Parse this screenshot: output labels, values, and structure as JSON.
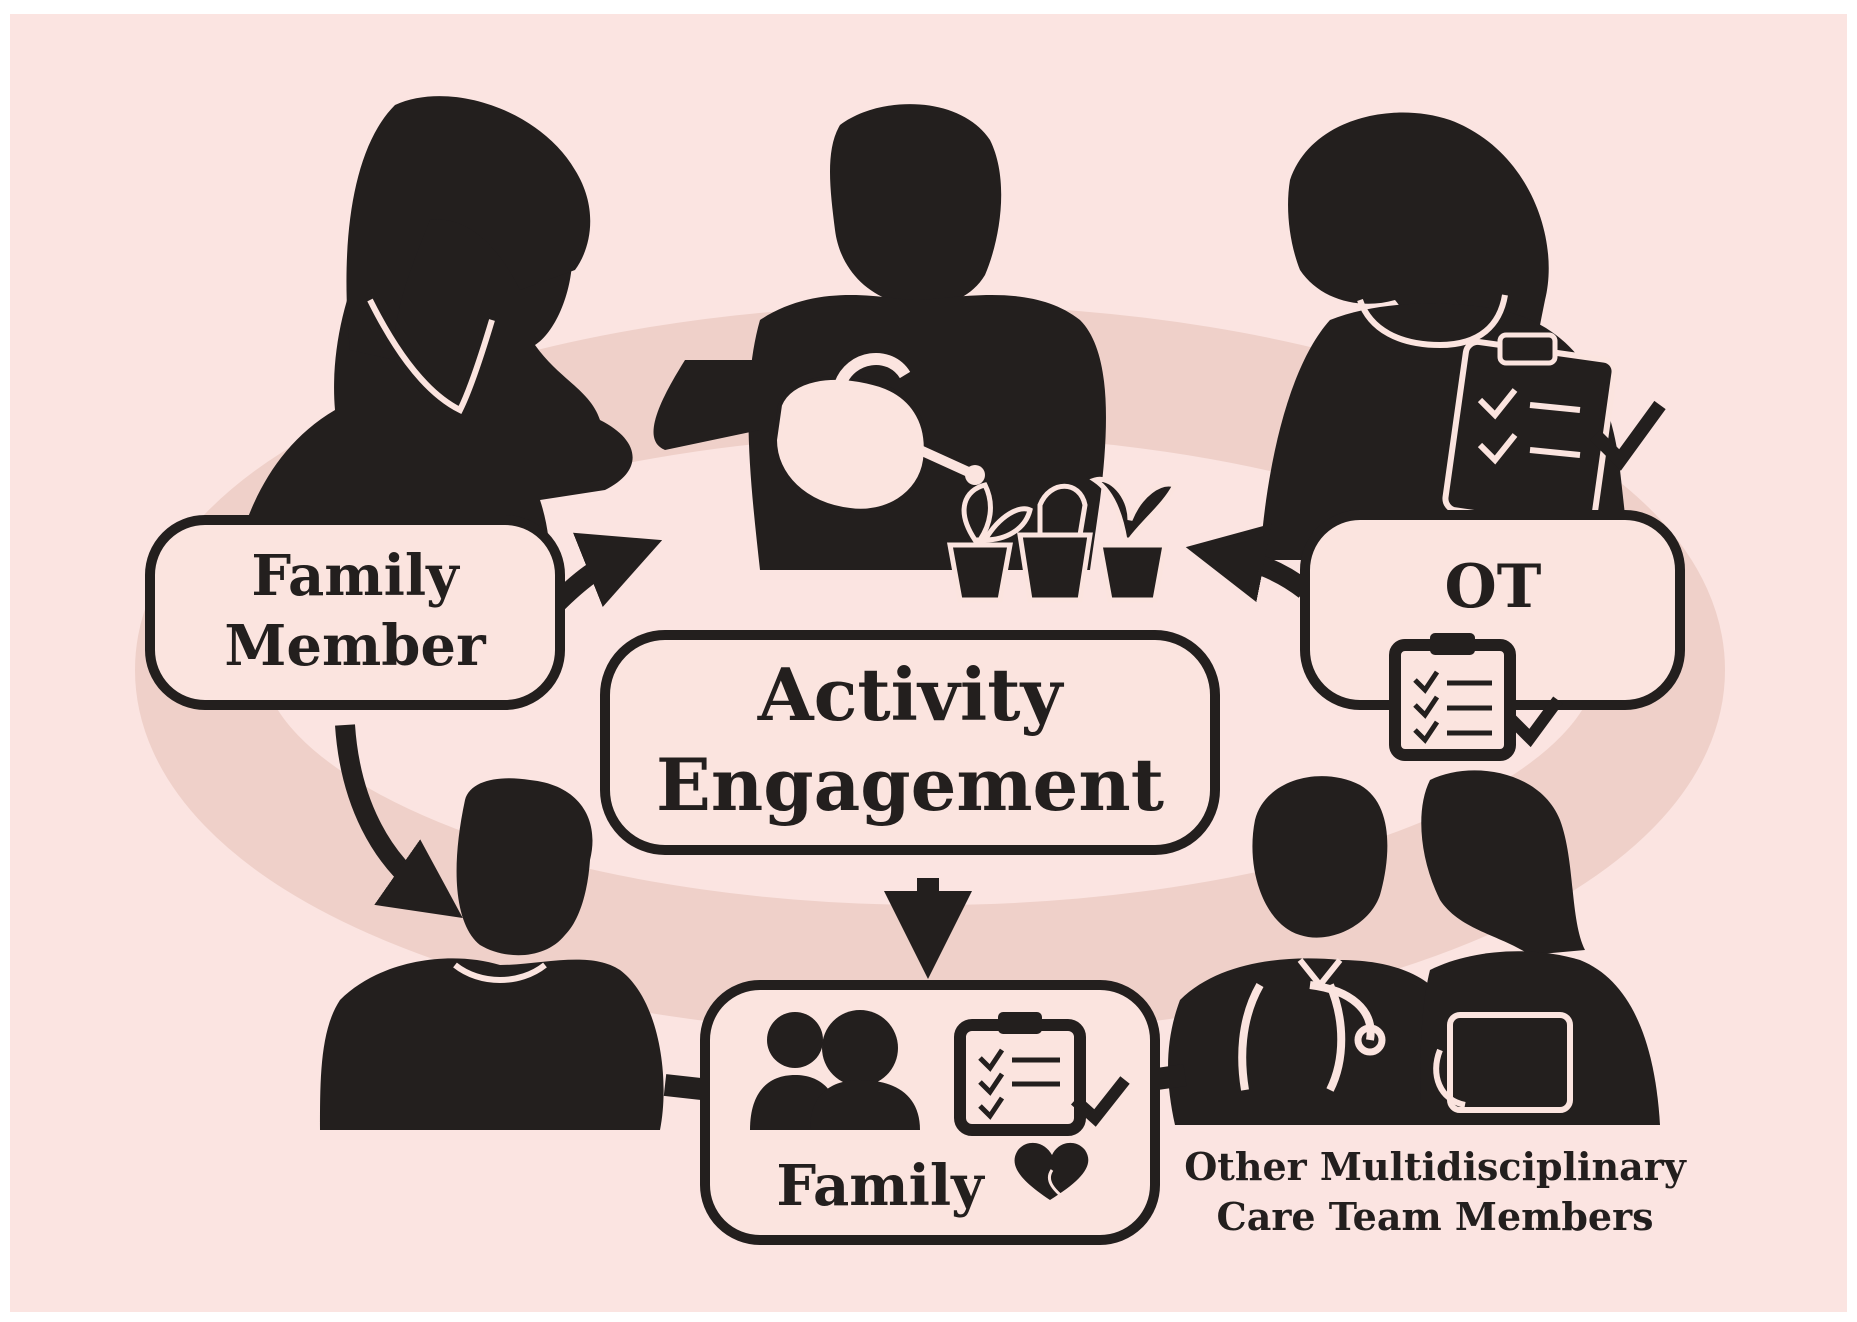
{
  "diagram": {
    "center": {
      "line1": "Activity",
      "line2": "Engagement"
    },
    "family_member": {
      "line1": "Family",
      "line2": "Member"
    },
    "ot": {
      "label": "OT"
    },
    "family": {
      "label": "Family"
    },
    "care_team": {
      "line1": "Other Multidisciplinary",
      "line2": "Care Team Members"
    }
  },
  "colors": {
    "background": "#fbe4e1",
    "silhouette": "#231f1e",
    "label_fill": "#fbe4df",
    "ring": "#eccbc3"
  },
  "icons": [
    "person-silhouette-icon",
    "watering-can-icon",
    "plant-pots-icon",
    "clipboard-check-icon",
    "family-icon",
    "heart-icon",
    "stethoscope-icon",
    "tablet-icon",
    "arrow-icon"
  ]
}
